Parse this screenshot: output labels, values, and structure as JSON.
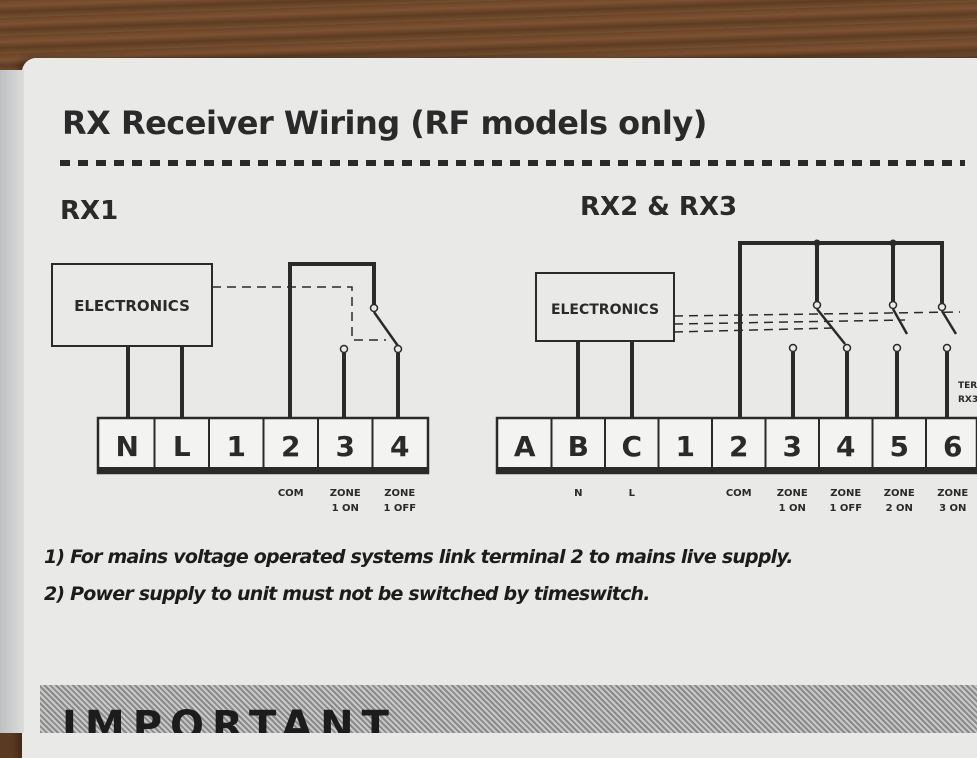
{
  "title": "RX Receiver Wiring (RF models only)",
  "rx1": {
    "heading": "RX1",
    "box_label": "ELECTRONICS",
    "terminals": [
      "N",
      "L",
      "1",
      "2",
      "3",
      "4"
    ],
    "labels": [
      {
        "t": "2",
        "l1": "COM",
        "l2": ""
      },
      {
        "t": "3",
        "l1": "ZONE",
        "l2": "1 ON"
      },
      {
        "t": "4",
        "l1": "ZONE",
        "l2": "1 OFF"
      }
    ]
  },
  "rx23": {
    "heading": "RX2 & RX3",
    "box_label": "ELECTRONICS",
    "terminals": [
      "A",
      "B",
      "C",
      "1",
      "2",
      "3",
      "4",
      "5",
      "6"
    ],
    "labels": [
      {
        "t": "B",
        "l1": "N",
        "l2": ""
      },
      {
        "t": "C",
        "l1": "L",
        "l2": ""
      },
      {
        "t": "2",
        "l1": "COM",
        "l2": ""
      },
      {
        "t": "3",
        "l1": "ZONE",
        "l2": "1 ON"
      },
      {
        "t": "4",
        "l1": "ZONE",
        "l2": "1 OFF"
      },
      {
        "t": "5",
        "l1": "ZONE",
        "l2": "2 ON"
      },
      {
        "t": "6",
        "l1": "ZONE",
        "l2": "3 ON"
      }
    ],
    "edge_label": [
      "TER",
      "RX3"
    ]
  },
  "notes": [
    "1) For mains voltage operated systems link terminal 2 to mains live supply.",
    "2) Power supply to unit must not be switched by timeswitch."
  ],
  "important": "IMPORTANT"
}
